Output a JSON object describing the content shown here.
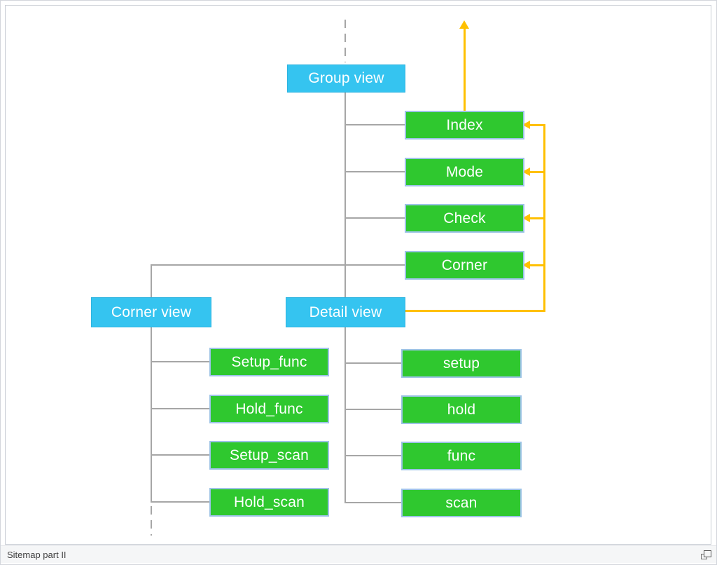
{
  "diagram": {
    "nodes": {
      "group_view": "Group view",
      "corner_view": "Corner view",
      "detail_view": "Detail view",
      "index": "Index",
      "mode": "Mode",
      "check": "Check",
      "corner": "Corner",
      "setup_func": "Setup_func",
      "hold_func": "Hold_func",
      "setup_scan": "Setup_scan",
      "hold_scan": "Hold_scan",
      "setup": "setup",
      "hold": "hold",
      "func": "func",
      "scan": "scan"
    },
    "edges": {
      "tree": [
        {
          "from": "group_view",
          "to": [
            "index",
            "mode",
            "check",
            "corner",
            "corner_view",
            "detail_view"
          ]
        },
        {
          "from": "corner_view",
          "to": [
            "setup_func",
            "hold_func",
            "setup_scan",
            "hold_scan"
          ]
        },
        {
          "from": "detail_view",
          "to": [
            "setup",
            "hold",
            "func",
            "scan"
          ]
        }
      ],
      "feedback_arrows": {
        "from": "detail_view",
        "to": [
          "index",
          "mode",
          "check",
          "corner"
        ]
      },
      "exit_arrow": {
        "from": "index",
        "direction": "up"
      },
      "continuation_dashes": [
        "above group_view",
        "below corner_view children"
      ]
    },
    "colors": {
      "blue": "#35C4F0",
      "green": "#2FC82F",
      "green_border": "#9DC3E6",
      "orange": "#FFC000",
      "gray_line": "#A6A6A6"
    }
  },
  "status_bar": {
    "caption": "Sitemap part II",
    "icon": "popout-icon"
  }
}
